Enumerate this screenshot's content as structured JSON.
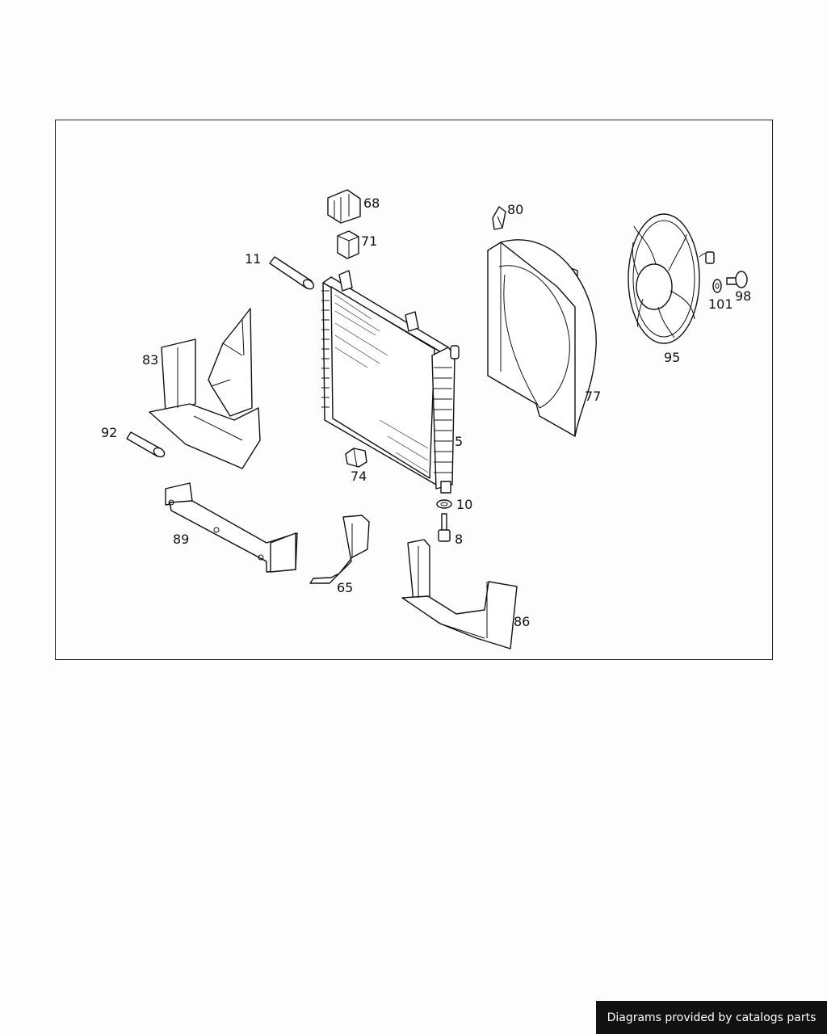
{
  "labels": {
    "p5": "5",
    "p8": "8",
    "p10": "10",
    "p11": "11",
    "p65": "65",
    "p68": "68",
    "p71": "71",
    "p74": "74",
    "p77": "77",
    "p80": "80",
    "p83": "83",
    "p86": "86",
    "p89": "89",
    "p92": "92",
    "p95": "95",
    "p98": "98",
    "p101": "101"
  },
  "footer": {
    "credit": "Diagrams provided by catalogs parts"
  }
}
